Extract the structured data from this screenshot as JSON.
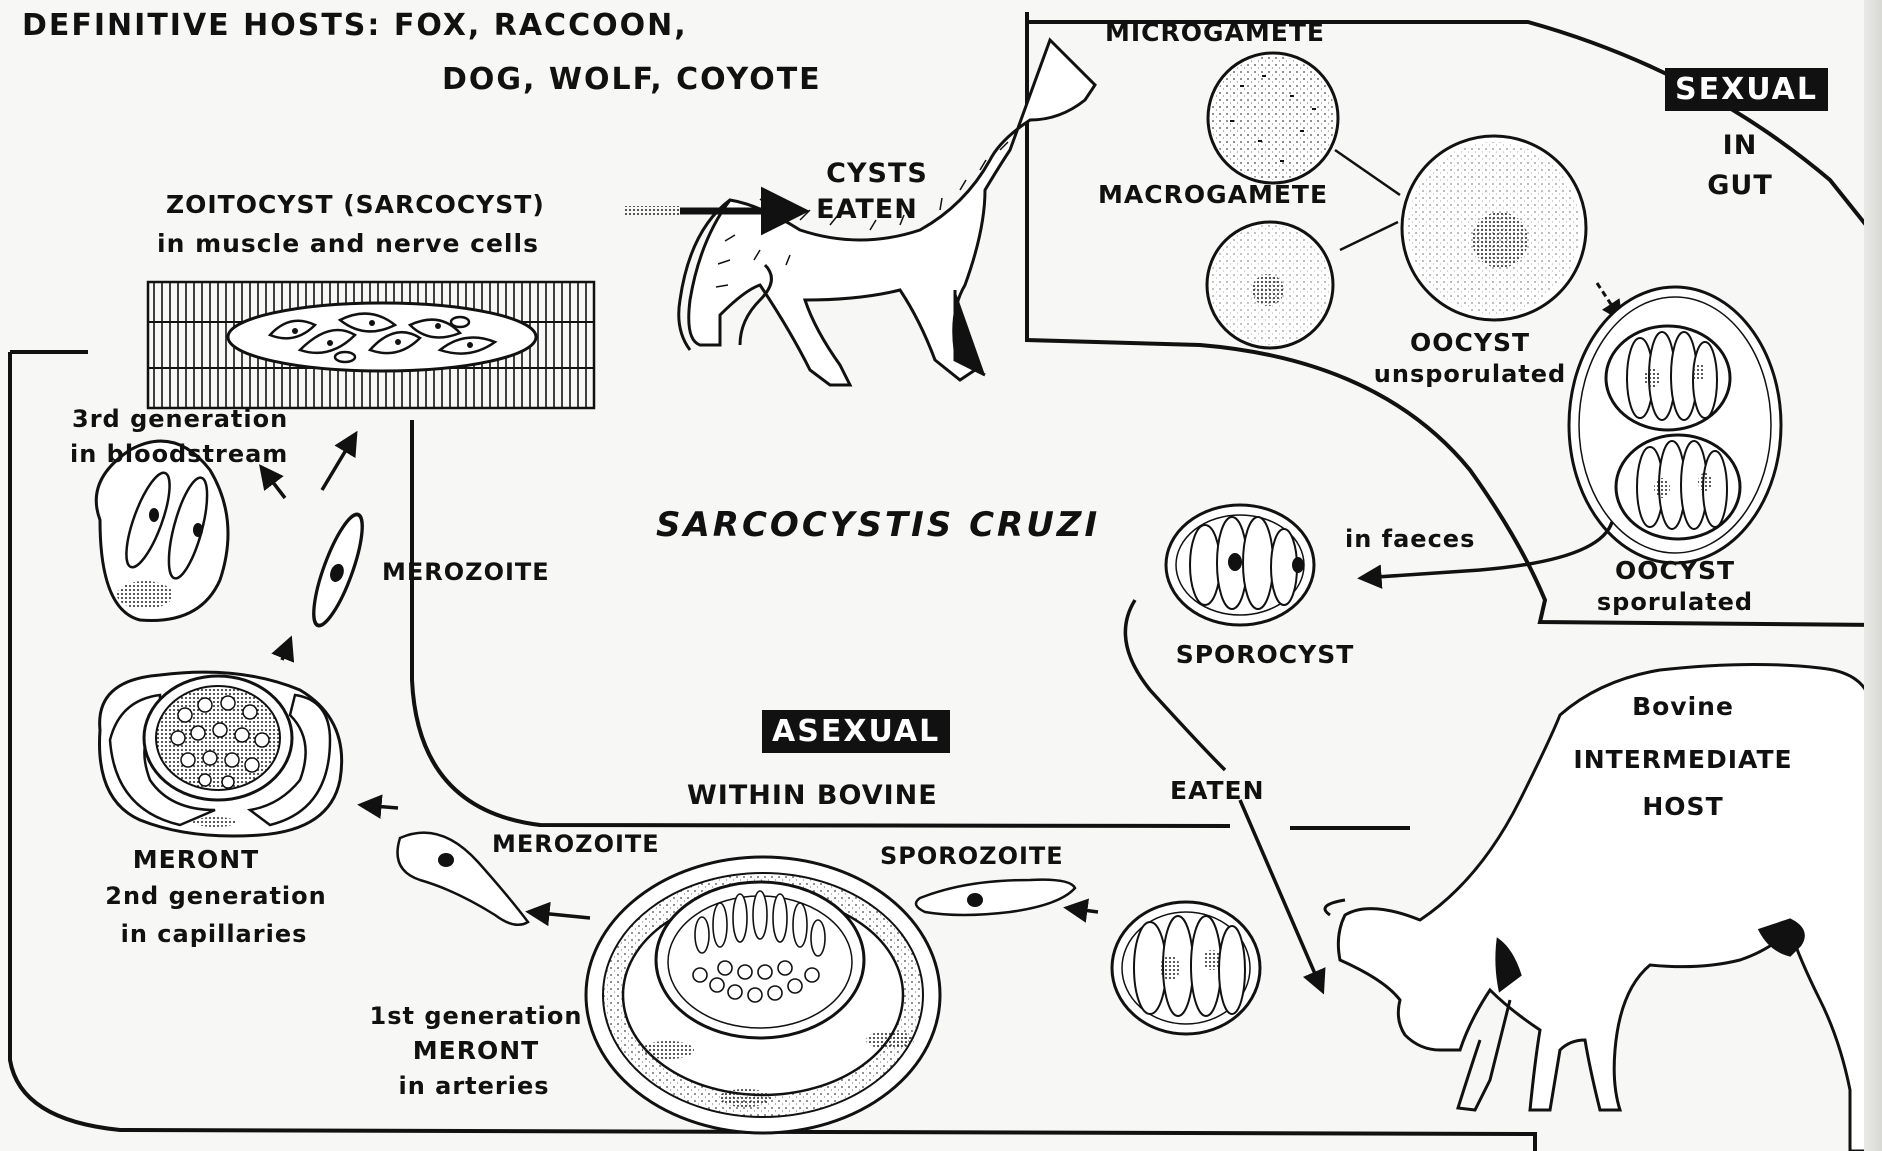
{
  "header": {
    "line1": "DEFINITIVE  HOSTS: FOX,  RACCOON,",
    "line2": "DOG, WOLF, COYOTE"
  },
  "title": "SARCOCYSTIS  CRUZI",
  "sexual_phase": {
    "badge": "SEXUAL",
    "line1": "IN",
    "line2": "GUT"
  },
  "asexual_phase": {
    "badge": "ASEXUAL",
    "subtitle": "WITHIN  BOVINE"
  },
  "labels": {
    "microgamete": "MICROGAMETE",
    "macrogamete": "MACROGAMETE",
    "cysts_eaten_1": "CYSTS",
    "cysts_eaten_2": "EATEN",
    "zoitocyst_1": "ZOITOCYST  (SARCOCYST)",
    "zoitocyst_2": "in muscle and nerve cells",
    "oocyst_unsporulated_1": "OOCYST",
    "oocyst_unsporulated_2": "unsporulated",
    "oocyst_sporulated_1": "OOCYST",
    "oocyst_sporulated_2": "sporulated",
    "in_faeces": "in faeces",
    "sporocyst": "SPOROCYST",
    "gen3_1": "3rd generation",
    "gen3_2": "in bloodstream",
    "merozoite_top": "MEROZOITE",
    "merozoite_bottom": "MEROZOITE",
    "meront2_1": "MERONT",
    "meront2_2": "2nd generation",
    "meront2_3": "in capillaries",
    "meront1_1": "1st generation",
    "meront1_2": "MERONT",
    "meront1_3": "in arteries",
    "sporozoite": "SPOROZOITE",
    "eaten": "EATEN",
    "bovine_1": "Bovine",
    "bovine_2": "INTERMEDIATE",
    "bovine_3": "HOST"
  },
  "icons": {
    "definitive_host": "coyote-howling-icon",
    "intermediate_host": "cow-grazing-icon"
  },
  "colors": {
    "ink": "#111111",
    "paper": "#f7f7f5",
    "badge_text": "#ffffff"
  }
}
